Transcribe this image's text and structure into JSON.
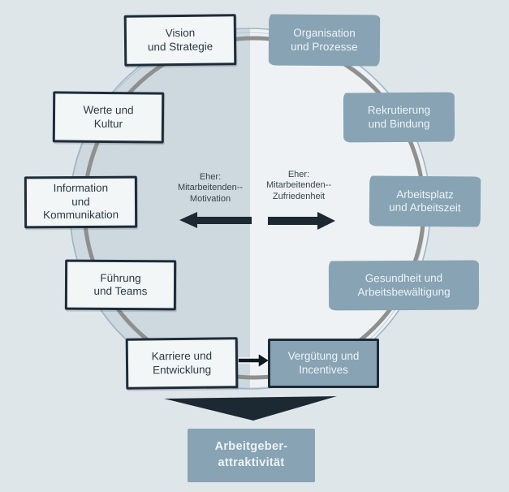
{
  "colors": {
    "background": "#dfe6ea",
    "left_half_fill": "#cdd8df",
    "right_half_fill": "#eef2f4",
    "circle_outline_blue": "#9fb7c4",
    "circle_ring_gray": "#8f8f8d",
    "light_box_fill": "#f3f6f7",
    "dark_border": "#1d2c39",
    "blue_box_fill": "#87a3b4",
    "arrow_dark": "#1c2832",
    "light_text": "#eef3f6",
    "dark_text": "#2b3945"
  },
  "left_boxes": [
    {
      "label": "Vision\nund Strategie"
    },
    {
      "label": "Werte und\nKultur"
    },
    {
      "label": "Information\nund\nKommunikation"
    },
    {
      "label": "Führung\nund Teams"
    },
    {
      "label": "Karriere und\nEntwicklung"
    }
  ],
  "right_boxes": [
    {
      "label": "Organisation\nund Prozesse"
    },
    {
      "label": "Rekrutierung\nund Bindung"
    },
    {
      "label": "Arbeitsplatz\nund Arbeitszeit"
    },
    {
      "label": "Gesundheit und\nArbeitsbewältigung"
    },
    {
      "label": "Vergütung und\nIncentives"
    }
  ],
  "center": {
    "left_label": "Eher:\nMitarbeitenden--\nMotivation",
    "right_label": "Eher:\nMitarbeitenden--\nZufriedenheit"
  },
  "outcome": {
    "label": "Arbeitgeber-\nattraktivität"
  }
}
